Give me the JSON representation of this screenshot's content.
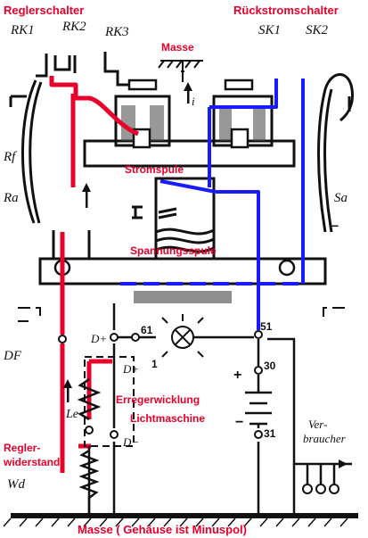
{
  "labels": {
    "regler_schalter": "Reglerschalter",
    "rueckstrom_schalter": "Rückstromschalter",
    "masse_top": "Masse",
    "stromspule": "Stromspule",
    "spannungsspule": "Spannungsspule",
    "erregerwicklung": "Erregerwicklung",
    "lichtmaschine": "Lichtmaschine",
    "regler_widerstand_1": "Regler-",
    "regler_widerstand_2": "widerstand",
    "masse_bottom": "Masse ( Gehäuse ist Minuspol)"
  },
  "symbols": {
    "rk1": "RK1",
    "rk2": "RK2",
    "rk3": "RK3",
    "sk1": "SK1",
    "sk2": "SK2",
    "rf": "Rf",
    "ra": "Ra",
    "sa": "Sa",
    "df": "DF",
    "le": "Le",
    "wd": "Wd",
    "d_plus": "D+",
    "d_plus_2": "D+",
    "d_minus": "D−",
    "verbraucher_1": "Ver-",
    "verbraucher_2": "braucher"
  },
  "terminals": {
    "t61": "61",
    "t51": "51",
    "t30": "30",
    "t31": "31"
  },
  "signs": {
    "plus": "+",
    "minus": "−",
    "one": "1",
    "i_sym": "i",
    "minus_right": "−"
  },
  "colors": {
    "field_circuit": "#e8002b",
    "reverse_current_circuit": "#1a1aff",
    "mechanics": "#111111"
  }
}
